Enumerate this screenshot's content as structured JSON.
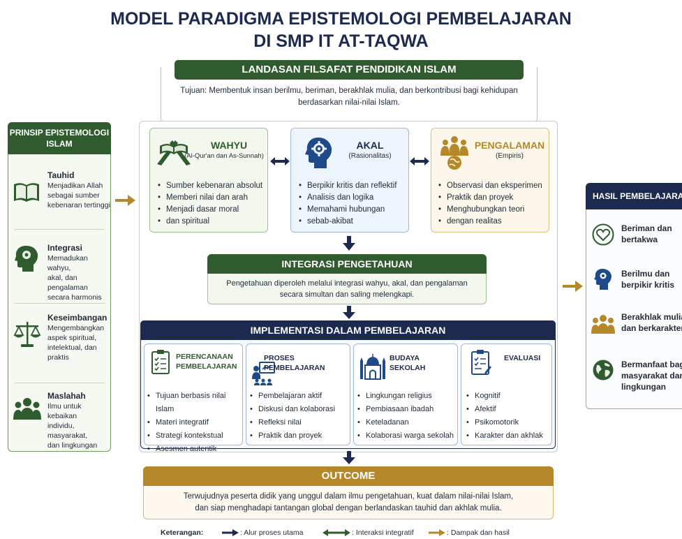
{
  "title": {
    "line1": "MODEL PARADIGMA EPISTEMOLOGI PEMBELAJARAN",
    "line2": "DI SMP IT AT-TAQWA"
  },
  "landasan": {
    "header": "LANDASAN FILSAFAT PENDIDIKAN ISLAM",
    "text_line1": "Tujuan: Membentuk insan berilmu, beriman, berakhlak mulia, dan berkontribusi bagi kehidupan",
    "text_line2": "berdasarkan nilai-nilai Islam."
  },
  "prinsip": {
    "header_line1": "PRINSIP EPISTEMOLOGI",
    "header_line2": "ISLAM",
    "items": [
      {
        "title": "Tauhid",
        "lines": [
          "Menjadikan Allah",
          "sebagai sumber",
          "kebenaran tertinggi"
        ]
      },
      {
        "title": "Integrasi",
        "lines": [
          "Memadukan wahyu,",
          "akal, dan pengalaman",
          "secara harmonis"
        ]
      },
      {
        "title": "Keseimbangan",
        "lines": [
          "Mengembangkan",
          "aspek spiritual,",
          "intelektual, dan",
          "praktis"
        ]
      },
      {
        "title": "Maslahah",
        "lines": [
          "Ilmu untuk kebaikan",
          "individu, masyarakat,",
          "dan lingkungan"
        ]
      }
    ]
  },
  "sources": {
    "wahyu": {
      "title": "WAHYU",
      "subtitle": "(Al-Qur'an dan As-Sunnah)",
      "bullets": [
        "Sumber kebenaran absolut",
        "Memberi nilai dan arah",
        "Menjadi dasar moral",
        "dan spiritual"
      ]
    },
    "akal": {
      "title": "AKAL",
      "subtitle": "(Rasionalitas)",
      "bullets": [
        "Berpikir kritis dan reflektif",
        "Analisis dan logika",
        "Memahami hubungan",
        "sebab-akibat"
      ]
    },
    "pengalaman": {
      "title": "PENGALAMAN",
      "subtitle": "(Empiris)",
      "bullets": [
        "Observasi dan eksperimen",
        "Praktik dan proyek",
        "Menghubungkan teori",
        "dengan realitas"
      ]
    }
  },
  "integrasi": {
    "header": "INTEGRASI PENGETAHUAN",
    "text_line1": "Pengetahuan diperoleh melalui integrasi wahyu, akal, dan pengalaman",
    "text_line2": "secara simultan dan saling melengkapi."
  },
  "implementasi": {
    "header": "IMPLEMENTASI DALAM PEMBELAJARAN",
    "cols": [
      {
        "title_line1": "PERENCANAAN",
        "title_line2": "PEMBELAJARAN",
        "items": [
          "Tujuan berbasis nilai Islam",
          "Materi integratif",
          "Strategi kontekstual",
          "Asesmen autentik"
        ]
      },
      {
        "title_line1": "PROSES PEMBELAJARAN",
        "title_line2": "",
        "items": [
          "Pembelajaran aktif",
          "Diskusi dan kolaborasi",
          "Refleksi nilai",
          "Praktik dan proyek"
        ]
      },
      {
        "title_line1": "BUDAYA SEKOLAH",
        "title_line2": "",
        "items": [
          "Lingkungan religius",
          "Pembiasaan ibadah",
          "Keteladanan",
          "Kolaborasi warga sekolah"
        ]
      },
      {
        "title_line1": "EVALUASI",
        "title_line2": "",
        "items": [
          "Kognitif",
          "Afektif",
          "Psikomotorik",
          "Karakter dan akhlak"
        ]
      }
    ]
  },
  "outcome": {
    "header": "OUTCOME",
    "text_line1": "Terwujudnya peserta didik yang unggul dalam ilmu pengetahuan, kuat dalam nilai-nilai Islam,",
    "text_line2": "dan siap menghadapi tantangan global dengan berlandaskan tauhid dan akhlak mulia."
  },
  "hasil": {
    "header": "HASIL PEMBELAJARAN",
    "items": [
      {
        "line1": "Beriman dan",
        "line2": "bertakwa",
        "line3": ""
      },
      {
        "line1": "Berilmu dan",
        "line2": "berpikir kritis",
        "line3": ""
      },
      {
        "line1": "Berakhlak mulia",
        "line2": "dan berkarakter",
        "line3": ""
      },
      {
        "line1": "Bermanfaat bagi",
        "line2": "masyarakat dan",
        "line3": "lingkungan"
      }
    ]
  },
  "legend": {
    "label": "Keterangan:",
    "items": [
      ": Alur proses utama",
      ": Interaksi integratif",
      ": Dampak dan hasil"
    ]
  },
  "colors": {
    "navy": "#1b2a4e",
    "green": "#2f5b2f",
    "gold": "#b5892a"
  },
  "icons": [
    "quran-icon",
    "brain-gear-icon",
    "people-icon",
    "book-icon",
    "head-icon",
    "balance-scale-icon",
    "group-icon",
    "clipboard-icon",
    "teacher-board-icon",
    "mosque-icon",
    "checklist-icon",
    "heart-icon",
    "head-gear-icon",
    "people-group-icon",
    "globe-icon"
  ]
}
